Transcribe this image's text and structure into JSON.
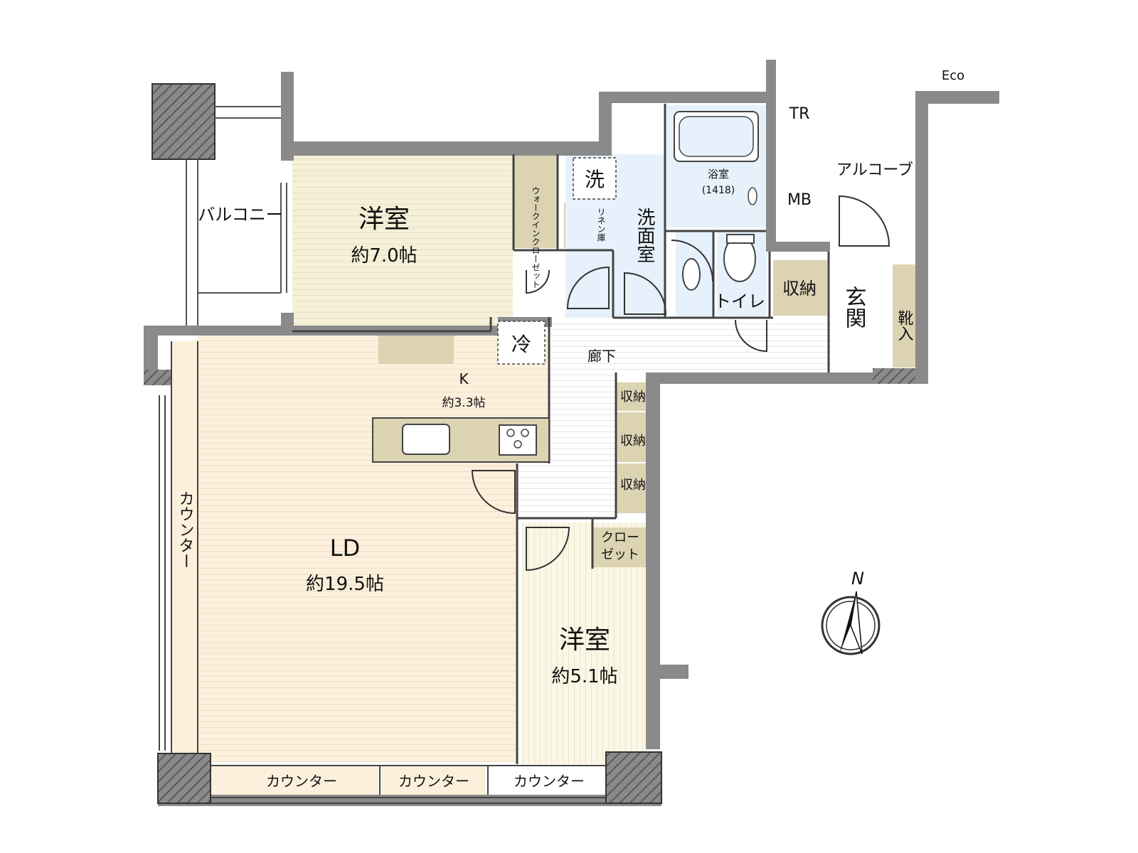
{
  "rooms": {
    "western_room_1": {
      "name": "洋室",
      "size": "約7.0帖"
    },
    "walk_in_closet": "ウォークインクローゼット",
    "linen_storage": "リネン庫",
    "laundry_mark": "洗",
    "washroom": "洗面室",
    "bathroom": {
      "name": "浴室",
      "size": "(1418)"
    },
    "toilet": "トイレ",
    "storage_hall": "収納",
    "entrance": "玄関",
    "shoe_storage": "靴入",
    "trunk_room": "TR",
    "meter_box": "MB",
    "eco": "Eco",
    "alcove": "アルコーブ",
    "balcony": "バルコニー",
    "fridge_mark": "冷",
    "kitchen": {
      "name": "K",
      "size": "約3.3帖"
    },
    "corridor": "廊下",
    "storage_units": [
      "収納",
      "収納",
      "収納"
    ],
    "closet": [
      "クロー",
      "ゼット"
    ],
    "living_dining": {
      "name": "LD",
      "size": "約19.5帖"
    },
    "western_room_2": {
      "name": "洋室",
      "size": "約5.1帖"
    },
    "counters": [
      "カウンター",
      "カウンター",
      "カウンター",
      "カウンター"
    ]
  },
  "compass": {
    "label": "N"
  },
  "colors": {
    "wall": "#8a8a8a",
    "floor_wood_light": "#f6f2dc",
    "floor_wood": "#fbf0de",
    "floor_wet": "#e6f1fb",
    "storage_fill": "#dcd3b3",
    "corridor": "#ffffff"
  }
}
